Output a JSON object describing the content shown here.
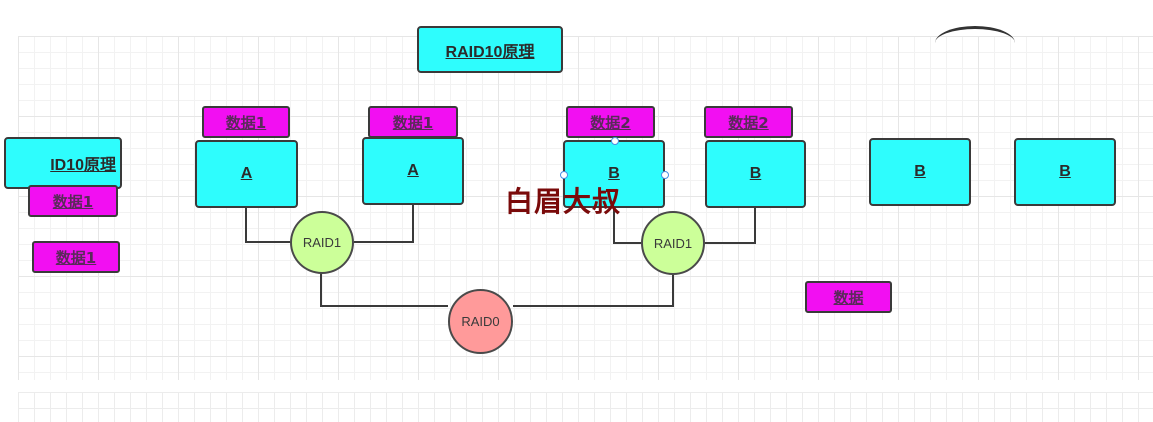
{
  "title_box": "RAID10原理",
  "partial_title_box": "ID10原理",
  "tags": {
    "data1_a": "数据1",
    "data1_b": "数据1",
    "data2_a": "数据2",
    "data2_b": "数据2",
    "left_1": "数据1",
    "left_2": "数据1",
    "loose": "数据"
  },
  "disks": {
    "a1": "A",
    "a2": "A",
    "b1": "B",
    "b2": "B",
    "b3": "B",
    "b4": "B"
  },
  "raid": {
    "mirror_left": "RAID1",
    "mirror_right": "RAID1",
    "stripe": "RAID0"
  },
  "watermark": "白眉大叔",
  "colors": {
    "disk_fill": "#2efdfd",
    "tag_fill": "#f20ff2",
    "raid1_fill": "#ccff99",
    "raid0_fill": "#ff9a9a",
    "watermark": "#7a0a0a"
  }
}
